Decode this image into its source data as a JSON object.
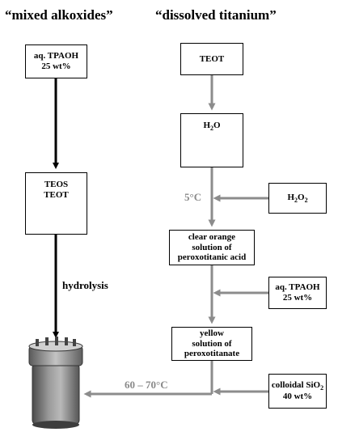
{
  "headings": {
    "left": "“mixed alkoxides”",
    "right": "“dissolved titanium”"
  },
  "left_column": {
    "box1": [
      "aq. TPAOH",
      "25 wt%"
    ],
    "box2": [
      "TEOS",
      "TEOT"
    ],
    "arrow_label": "hydrolysis"
  },
  "right_column": {
    "teot": "TEOT",
    "water": {
      "main": "H",
      "sub": "2",
      "after": "O"
    },
    "temp_label": "5°C",
    "h2o2": {
      "main": "H",
      "sub1": "2",
      "mid": "O",
      "sub2": "2"
    },
    "peroxo_acid": [
      "clear orange",
      "solution of",
      "peroxotitanic acid"
    ],
    "tpaoh": [
      "aq. TPAOH",
      "25 wt%"
    ],
    "peroxotitanate": [
      "yellow",
      "solution of",
      "peroxotitanate"
    ],
    "silica": {
      "line1_main": "colloidal SiO",
      "line1_sub": "2",
      "line2": "40 wt%"
    },
    "final_temp": "60 – 70°C"
  },
  "colors": {
    "left_arrows": "#000000",
    "right_arrows": "#8c8c8c",
    "stirrer": "#2f4a72"
  }
}
